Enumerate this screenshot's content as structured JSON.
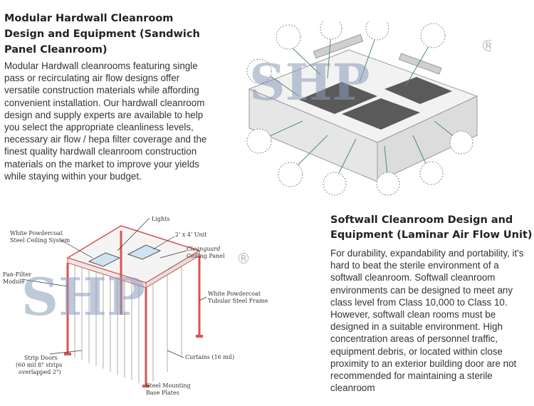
{
  "hardwall": {
    "title": "Modular Hardwall Cleanroom Design and Equipment (Sandwich Panel Cleanroom)",
    "body": "Modular Hardwall cleanrooms featuring single pass or recirculating air flow designs offer versatile construction materials while affording convenient installation. Our hardwall cleanroom design and supply experts are available to help you select the appropriate cleanliness levels, necessary air flow / hepa filter coverage and the finest quality hardwall cleanroom construction materials on the market to improve your yields while staying within your budget."
  },
  "softwall": {
    "title": "Softwall Cleanroom Design and Equipment (Laminar Air Flow Unit)",
    "body": "For durability, expandability and portability, it's hard to beat the sterile environment of a softwall cleanroom. Softwall cleanroom environments can be designed to meet any class level from Class 10,000 to Class 10. However, softwall clean rooms must be designed in a suitable environment. High concentration areas of personnel traffic, equipment debris, or located within close proximity to an exterior building door are not recommended for maintaining a sterile cleanroom"
  },
  "watermark": {
    "letters": "SHP",
    "registered": "®"
  },
  "diagram_labels": {
    "lights": "Lights",
    "ceiling_system_1": "White Powdercoat",
    "ceiling_system_2": "Steel Ceiling System",
    "unit_size": "2' x 4' Unit",
    "ceilguard_1": "Cleanguard",
    "ceilguard_2": "Ceiling Panel",
    "fan_filter_1": "Fan-Filter",
    "fan_filter_2": "Module",
    "frame_1": "White Powdercoat",
    "frame_2": "Tubular Steel Frame",
    "curtains": "Curtains (16 mil)",
    "strip_1": "Strip Doors",
    "strip_2": "(60 mil 8\" strips",
    "strip_3": "overlapped 2\")",
    "base_1": "Steel Mounting",
    "base_2": "Base Plates"
  },
  "colors": {
    "watermark": "#8a9ab8",
    "watermark_leaf": "#9bd09b",
    "frame": "#d9534f",
    "floor": "#5a5a5a"
  }
}
